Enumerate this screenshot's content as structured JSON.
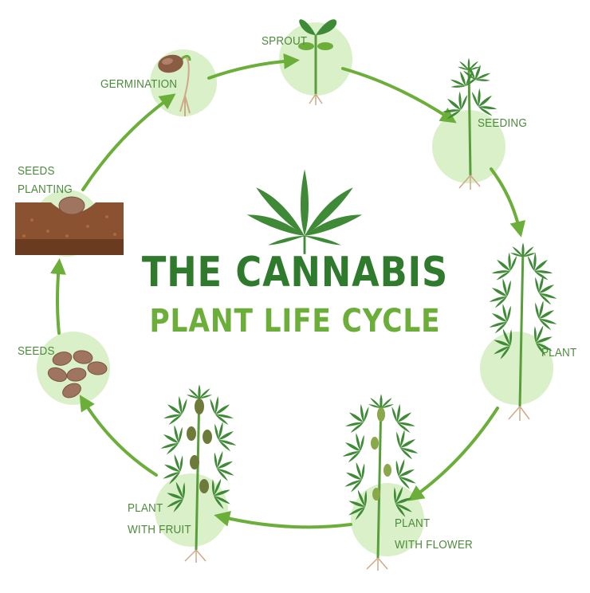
{
  "title": {
    "line1": "THE CANNABIS",
    "line2": "PLANT LIFE CYCLE"
  },
  "stages": [
    {
      "label": "SPROUT"
    },
    {
      "label": "SEEDING"
    },
    {
      "label": "PLANT"
    },
    {
      "label_line1": "PLANT",
      "label_line2": "WITH FLOWER"
    },
    {
      "label_line1": "PLANT",
      "label_line2": "WITH FRUIT"
    },
    {
      "label": "SEEDS"
    },
    {
      "label_line1": "SEEDS",
      "label_line2": "PLANTING"
    },
    {
      "label": "GERMINATION"
    }
  ],
  "colors": {
    "label": "#4e8a3e",
    "title_primary": "#2f7a2c",
    "title_secondary": "#6cae3a",
    "circle_fill": "#d9f0c8",
    "arrow": "#6cae3a",
    "soil": "#8a5230",
    "seed": "#a07560"
  }
}
